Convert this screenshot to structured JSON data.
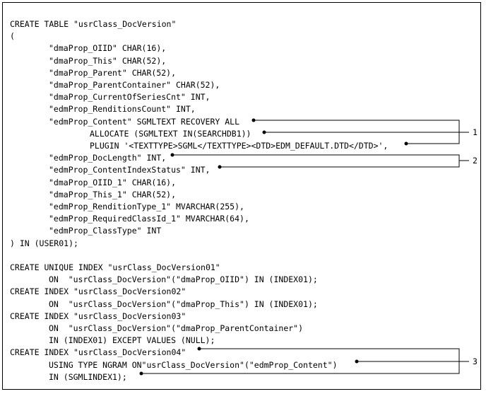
{
  "lines": [
    {
      "indent": 0,
      "text": "CREATE TABLE \"usrClass_DocVersion\""
    },
    {
      "indent": 0,
      "text": "("
    },
    {
      "indent": 1,
      "text": "\"dmaProp_OIID\" CHAR(16),"
    },
    {
      "indent": 1,
      "text": "\"dmaProp_This\" CHAR(52),"
    },
    {
      "indent": 1,
      "text": "\"dmaProp_Parent\" CHAR(52),"
    },
    {
      "indent": 1,
      "text": "\"dmaProp_ParentContainer\" CHAR(52),"
    },
    {
      "indent": 1,
      "text": "\"dmaProp_CurrentOfSeriesCnt\" INT,"
    },
    {
      "indent": 1,
      "text": "\"edmProp_RenditionsCount\" INT,"
    },
    {
      "indent": 1,
      "text": "\"edmProp_Content\" SGMLTEXT RECOVERY ALL"
    },
    {
      "indent": 2,
      "text": "ALLOCATE (SGMLTEXT IN(SEARCHDB1))"
    },
    {
      "indent": 2,
      "text": "PLUGIN '<TEXTTYPE>SGML</TEXTTYPE><DTD>EDM_DEFAULT.DTD</DTD>',"
    },
    {
      "indent": 1,
      "text": "\"edmProp_DocLength\" INT,"
    },
    {
      "indent": 1,
      "text": "\"edmProp_ContentIndexStatus\" INT,"
    },
    {
      "indent": 1,
      "text": "\"dmaProp_OIID_1\" CHAR(16),"
    },
    {
      "indent": 1,
      "text": "\"dmaProp_This_1\" CHAR(52),"
    },
    {
      "indent": 1,
      "text": "\"edmProp_RenditionType_1\" MVARCHAR(255),"
    },
    {
      "indent": 1,
      "text": "\"edmProp_RequiredClassId_1\" MVARCHAR(64),"
    },
    {
      "indent": 1,
      "text": "\"edmProp_ClassType\" INT"
    },
    {
      "indent": 0,
      "text": ") IN (USER01);"
    },
    {
      "indent": 0,
      "text": ""
    },
    {
      "indent": 0,
      "text": "CREATE UNIQUE INDEX \"usrClass_DocVersion01\""
    },
    {
      "indent": 1,
      "text": "ON  \"usrClass_DocVersion\"(\"dmaProp_OIID\") IN (INDEX01);"
    },
    {
      "indent": 0,
      "text": "CREATE INDEX \"usrClass_DocVersion02\""
    },
    {
      "indent": 1,
      "text": "ON  \"usrClass_DocVersion\"(\"dmaProp_This\") IN (INDEX01);"
    },
    {
      "indent": 0,
      "text": "CREATE INDEX \"usrClass_DocVersion03\""
    },
    {
      "indent": 1,
      "text": "ON  \"usrClass_DocVersion\"(\"dmaProp_ParentContainer\")"
    },
    {
      "indent": 1,
      "text": "IN (INDEX01) EXCEPT VALUES (NULL);"
    },
    {
      "indent": 0,
      "text": "CREATE INDEX \"usrClass_DocVersion04\""
    },
    {
      "indent": 1,
      "text": "USING TYPE NGRAM ON\"usrClass_DocVersion\"(\"edmProp_Content\")"
    },
    {
      "indent": 1,
      "text": "IN (SGMLINDEX1);"
    }
  ],
  "callouts": [
    {
      "label": "1"
    },
    {
      "label": "2"
    },
    {
      "label": "3"
    }
  ]
}
